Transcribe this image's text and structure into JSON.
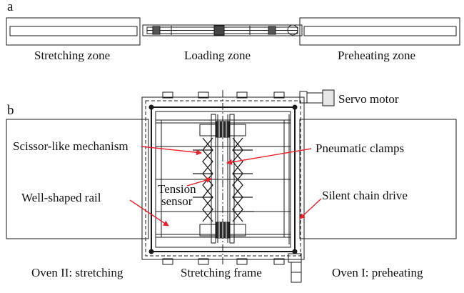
{
  "panel_a": {
    "letter": "a",
    "labels": {
      "stretching_zone": "Stretching zone",
      "loading_zone": "Loading zone",
      "preheating_zone": "Preheating zone"
    }
  },
  "panel_b": {
    "letter": "b",
    "labels": {
      "servo_motor": "Servo motor",
      "scissor_mechanism": "Scissor-like mechanism",
      "pneumatic_clamps": "Pneumatic clamps",
      "tension_sensor_line1": "Tension",
      "tension_sensor_line2": "sensor",
      "well_shaped_rail": "Well-shaped rail",
      "silent_chain_drive": "Silent chain drive",
      "oven_2": "Oven II: stretching",
      "stretching_frame": "Stretching frame",
      "oven_1": "Oven I: preheating"
    }
  },
  "colors": {
    "line": "#1a1a1a",
    "arrow": "#e8212b"
  }
}
